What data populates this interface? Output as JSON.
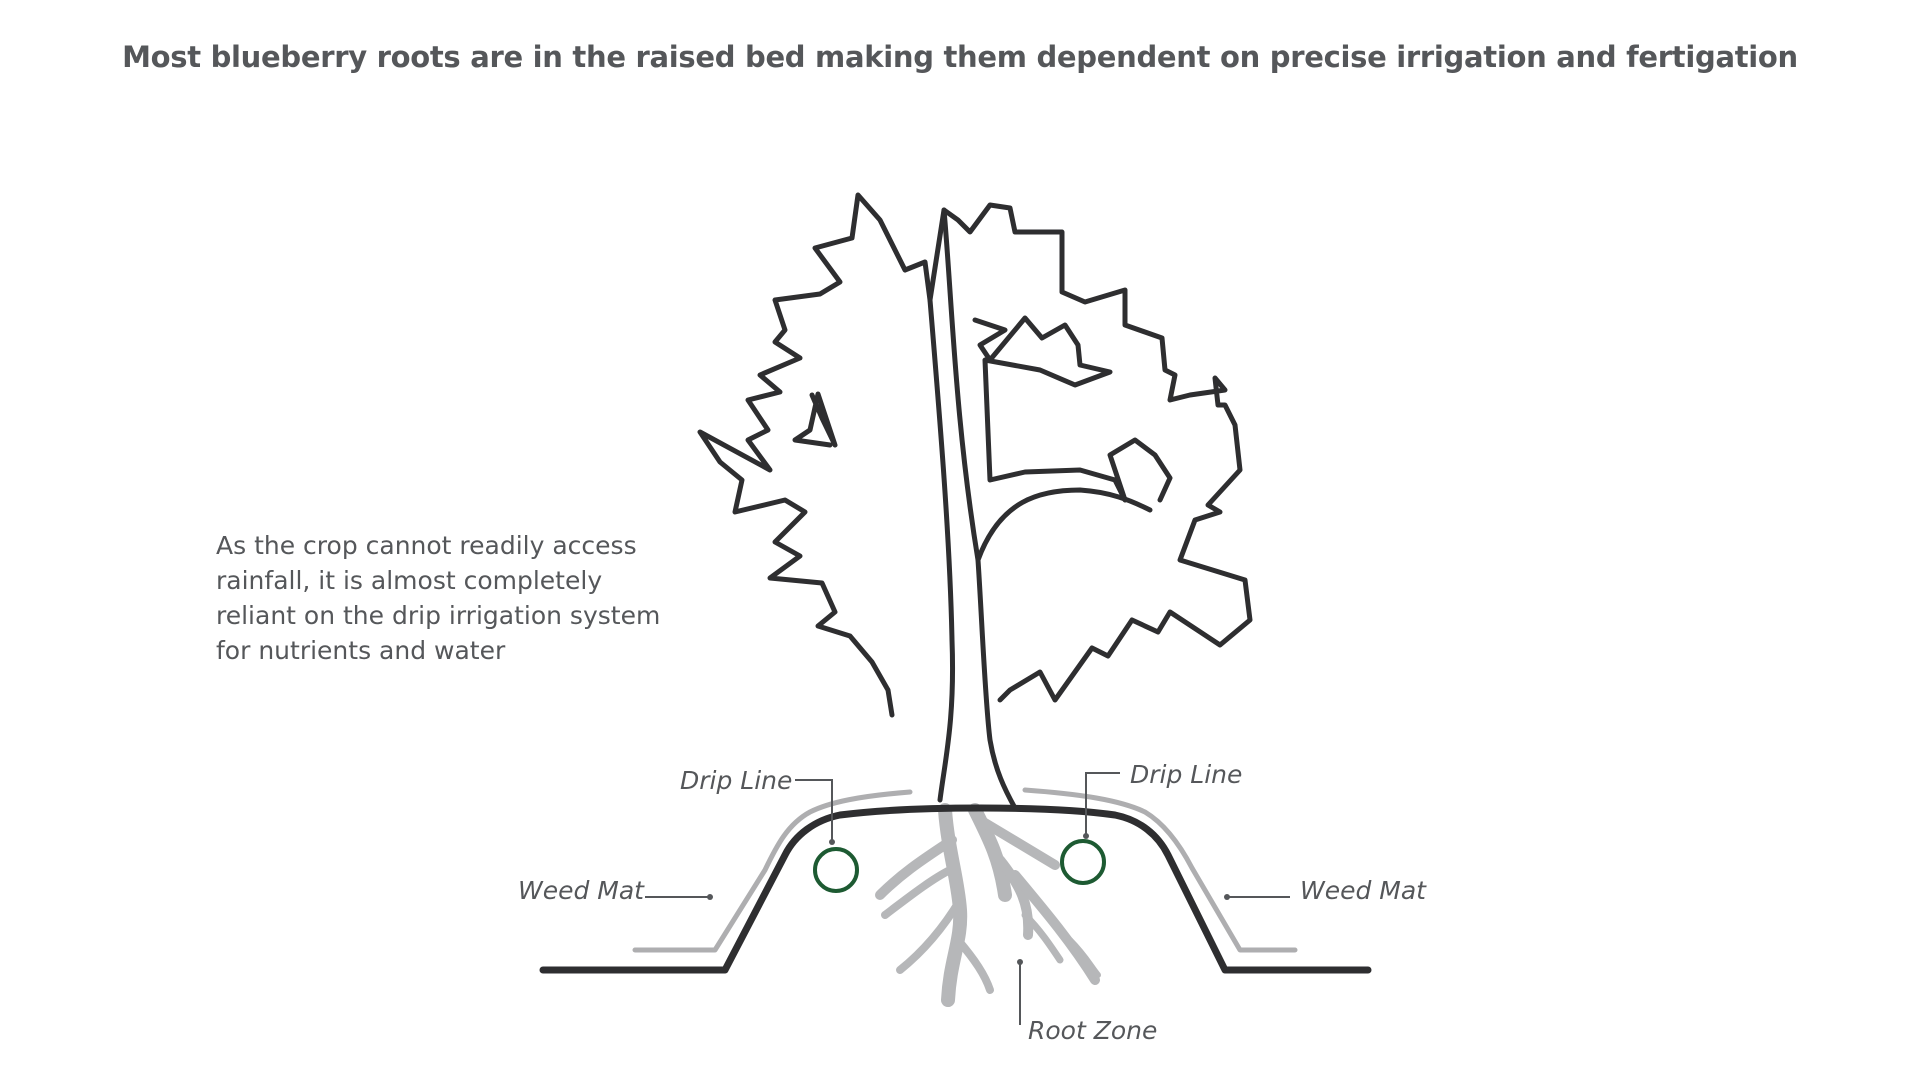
{
  "title": "Most blueberry roots are in the raised bed making them dependent on precise irrigation and fertigation",
  "note_lines": [
    "As the crop cannot readily access",
    "rainfall, it is almost completely",
    "reliant on the drip irrigation system",
    "for nutrients and water"
  ],
  "labels": {
    "drip_line_left": "Drip Line",
    "drip_line_right": "Drip Line",
    "weed_mat_left": "Weed Mat",
    "weed_mat_right": "Weed Mat",
    "root_zone": "Root Zone"
  },
  "colors": {
    "outline": "#2e2e30",
    "weed_mat": "#aeaeb0",
    "roots": "#b6b7b9",
    "drip_line": "#1d5a32",
    "text": "#55575a"
  }
}
